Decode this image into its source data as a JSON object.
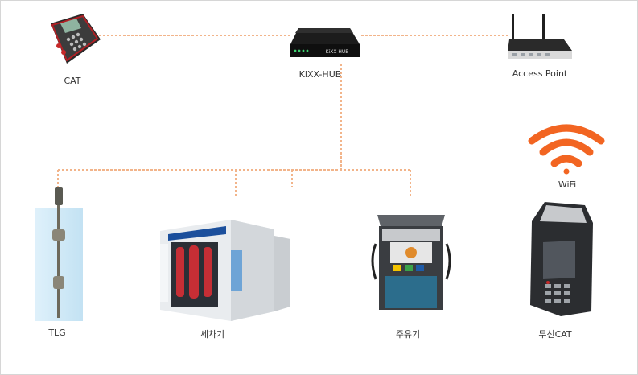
{
  "devices": {
    "cat": {
      "label": "CAT",
      "icon": "card-terminal-icon"
    },
    "hub": {
      "label": "KiXX-HUB",
      "icon": "network-hub-icon",
      "brand_text": "KiXX HUB"
    },
    "ap": {
      "label": "Access Point",
      "icon": "wireless-router-icon"
    },
    "wifi": {
      "label": "WiFi",
      "icon": "wifi-icon"
    },
    "tlg": {
      "label": "TLG",
      "icon": "tank-gauge-probe-icon"
    },
    "carwash": {
      "label": "세차기",
      "icon": "car-wash-icon"
    },
    "dispenser": {
      "label": "주유기",
      "icon": "fuel-dispenser-icon"
    },
    "wcat": {
      "label": "무선CAT",
      "icon": "handheld-terminal-icon"
    }
  },
  "colors": {
    "link": "#f2b48a",
    "wifi": "#f26522",
    "label": "#333333",
    "border": "#d6d6d6"
  }
}
